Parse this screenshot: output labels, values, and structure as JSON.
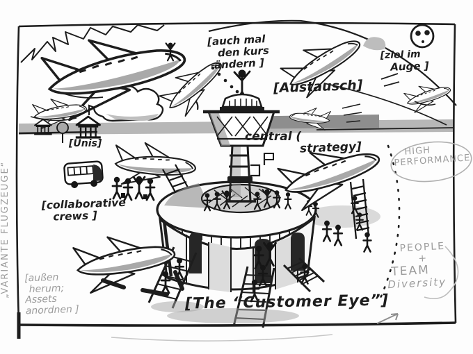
{
  "sketch": {
    "title": "[The “Customer Eye”]",
    "ink_labels": {
      "course_change_l1": "[auch mal",
      "course_change_l2": "den kurs",
      "course_change_l3": "ändern ]",
      "exchange": "[Austausch]",
      "goal_l1": "[ziel im",
      "goal_l2": "Auge ]",
      "central": "central (",
      "strategy": "strategy]",
      "unis": "[Unis]",
      "collab_l1": "[collaborative",
      "collab_l2": "crews ]"
    },
    "pencil_labels": {
      "high_l1": "HIGH",
      "high_l2": "PERFORMANCE",
      "people": "PEOPLE",
      "plus": "+",
      "team": "TEAM",
      "diversity": "Diversity",
      "assets_l1": "[außen",
      "assets_l2": "herum;",
      "assets_l3": "Assets",
      "assets_l4": "anordnen ]",
      "margin_note": "„VARIANTE FLUGZEUGE“"
    },
    "figures": [
      "control-tower",
      "round-terminal-building",
      "boarding-stairs",
      "airplanes",
      "clouds",
      "horizon-band",
      "university-buildings",
      "shuttle-bus",
      "passenger-groups",
      "watching-face",
      "globe-arcs",
      "hand-drawn-frame"
    ],
    "colors": {
      "ink": "#1d1d1d",
      "marker_gray": "#9e9e9e",
      "shade_gray": "#c7c7c7",
      "pencil_gray": "#a6a6a6",
      "paper": "#fdfdfd"
    }
  }
}
